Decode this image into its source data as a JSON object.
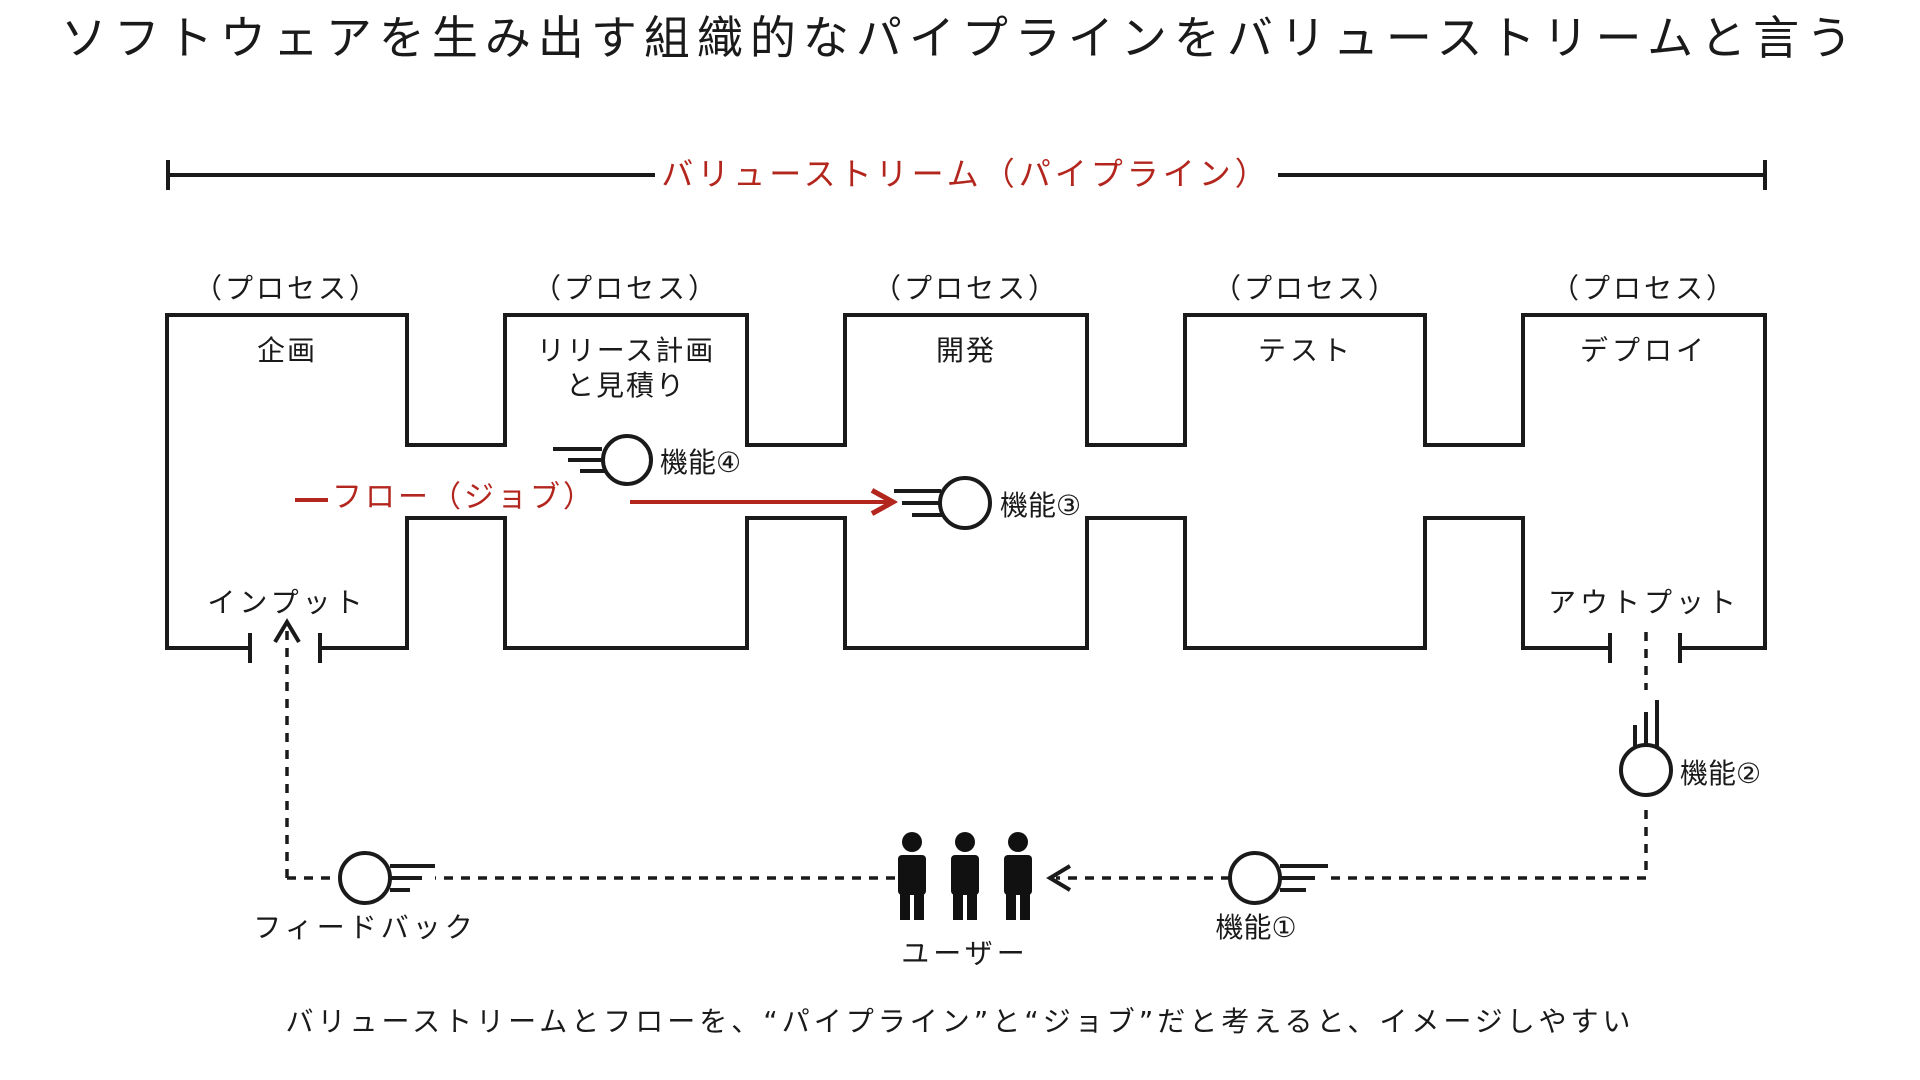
{
  "title": "ソフトウェアを生み出す組織的なパイプラインをバリューストリームと言う",
  "stream_label": "バリューストリーム（パイプライン）",
  "process_tag": "（プロセス）",
  "processes": [
    {
      "lines": [
        "企画"
      ]
    },
    {
      "lines": [
        "リリース計画",
        "と見積り"
      ]
    },
    {
      "lines": [
        "開発"
      ]
    },
    {
      "lines": [
        "テスト"
      ]
    },
    {
      "lines": [
        "デプロイ"
      ]
    }
  ],
  "flow_label": "フロー（ジョブ）",
  "input_label": "インプット",
  "output_label": "アウトプット",
  "features": {
    "f1": "機能①",
    "f2": "機能②",
    "f3": "機能③",
    "f4": "機能④"
  },
  "feedback_label": "フィードバック",
  "users_label": "ユーザー",
  "caption": "バリューストリームとフローを、“パイプライン”と“ジョブ”だと考えると、イメージしやすい",
  "colors": {
    "ink": "#1a1a1a",
    "accent": "#b3261e"
  }
}
